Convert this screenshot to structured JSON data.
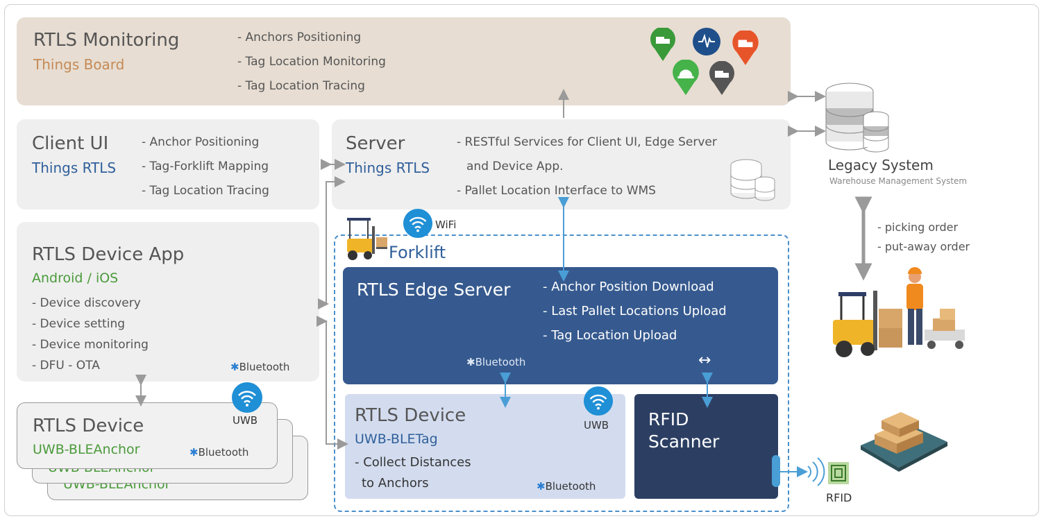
{
  "monitoring": {
    "title": "RTLS Monitoring",
    "subtitle": "Things Board",
    "items": [
      "- Anchors Positioning",
      "- Tag Location Monitoring",
      "- Tag Location Tracing"
    ]
  },
  "client_ui": {
    "title": "Client UI",
    "subtitle": "Things RTLS",
    "items": [
      "- Anchor Positioning",
      "- Tag-Forklift Mapping",
      "- Tag Location Tracing"
    ]
  },
  "server": {
    "title": "Server",
    "subtitle": "Things RTLS",
    "items": [
      "- RESTful Services for Client UI, Edge Server",
      "and Device App.",
      "- Pallet Location Interface to WMS"
    ]
  },
  "legacy": {
    "title": "Legacy System",
    "subtitle": "Warehouse Management System",
    "orders": [
      "- picking order",
      "- put-away order"
    ]
  },
  "device_app": {
    "title": "RTLS Device App",
    "subtitle": "Android / iOS",
    "items": [
      "- Device discovery",
      "- Device setting",
      "- Device monitoring",
      "- DFU - OTA"
    ],
    "bluetooth": "Bluetooth"
  },
  "forklift": {
    "label": "Forklift",
    "wifi": "WiFi"
  },
  "edge_server": {
    "title": "RTLS Edge Server",
    "items": [
      "- Anchor Position Download",
      "- Last Pallet Locations Upload",
      "- Tag Location Upload"
    ],
    "bluetooth": "Bluetooth"
  },
  "rtls_tag": {
    "title": "RTLS Device",
    "subtitle": "UWB-BLETag",
    "items": [
      "- Collect Distances",
      "to Anchors"
    ],
    "uwb": "UWB",
    "bluetooth": "Bluetooth"
  },
  "rfid_scanner": {
    "title_line1": "RFID",
    "title_line2": "Scanner"
  },
  "rfid": {
    "label": "RFID"
  },
  "anchor": {
    "title": "RTLS Device",
    "subtitle": "UWB-BLEAnchor",
    "stack_subtitle": "UWB-BLEAnchor",
    "uwb": "UWB",
    "bluetooth": "Bluetooth"
  },
  "colors": {
    "panel_gray": "#efefef",
    "panel_beige": "#e7ddd2",
    "edge_blue": "#365a8f",
    "tag_lightblue": "#d3dcef",
    "rfid_navy": "#2c3f63",
    "green": "#4a9a3a",
    "brown_sub": "#c48a55",
    "blue_sub": "#2f5f9a",
    "arrow_blue": "#4a9ed6",
    "arrow_gray": "#9a9a9a"
  },
  "icons": [
    "truck-pin-icon",
    "signal-pin-icon",
    "worker-pin-icon",
    "wifi-icon",
    "bluetooth-icon",
    "usb-icon",
    "database-icon",
    "forklift-icon",
    "pallet-icon",
    "rfid-tag-icon"
  ]
}
